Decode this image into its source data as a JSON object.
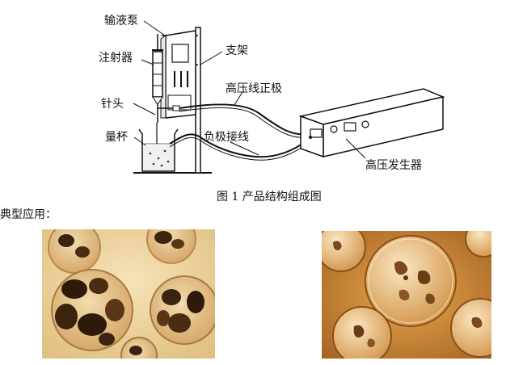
{
  "labels": {
    "pump": "输液泵",
    "syringe": "注射器",
    "needle": "针头",
    "beaker": "量杯",
    "stand": "支架",
    "hv_positive": "高压线正极",
    "negative_wire": "负极接线",
    "hv_generator": "高压发生器"
  },
  "caption": "图 1  产品结构组成图",
  "section_title": "典型应用：",
  "photos": [
    {
      "name": "microcapsule-photo-dark"
    },
    {
      "name": "microcapsule-photo-light"
    }
  ]
}
